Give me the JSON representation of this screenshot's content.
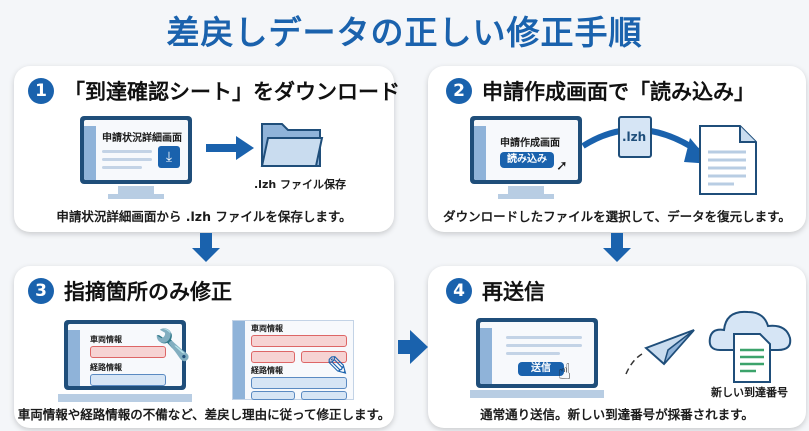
{
  "title": "差戻しデータの正しい修正手順",
  "steps": [
    {
      "number": "1",
      "heading": "「到達確認シート」をダウンロード",
      "screen_label": "申請状況詳細画面",
      "file_label": ".lzh ファイル保存",
      "description": "申請状況詳細画面から .lzh ファイルを保存します。"
    },
    {
      "number": "2",
      "heading": "申請作成画面で「読み込み」",
      "screen_label": "申請作成画面",
      "button_label": "読み込み",
      "file_ext": ".lzh",
      "description": "ダウンロードしたファイルを選択して、データを復元します。"
    },
    {
      "number": "3",
      "heading": "指摘箇所のみ修正",
      "field_label_1": "車両情報",
      "field_label_2": "経路情報",
      "description": "車両情報や経路情報の不備など、差戻し理由に従って修正します。"
    },
    {
      "number": "4",
      "heading": "再送信",
      "button_label": "送信",
      "cloud_label": "新しい到達番号",
      "description": "通常通り送信。新しい到達番号が採番されます。"
    }
  ],
  "colors": {
    "accent": "#1a62ad",
    "error": "#d66666"
  }
}
